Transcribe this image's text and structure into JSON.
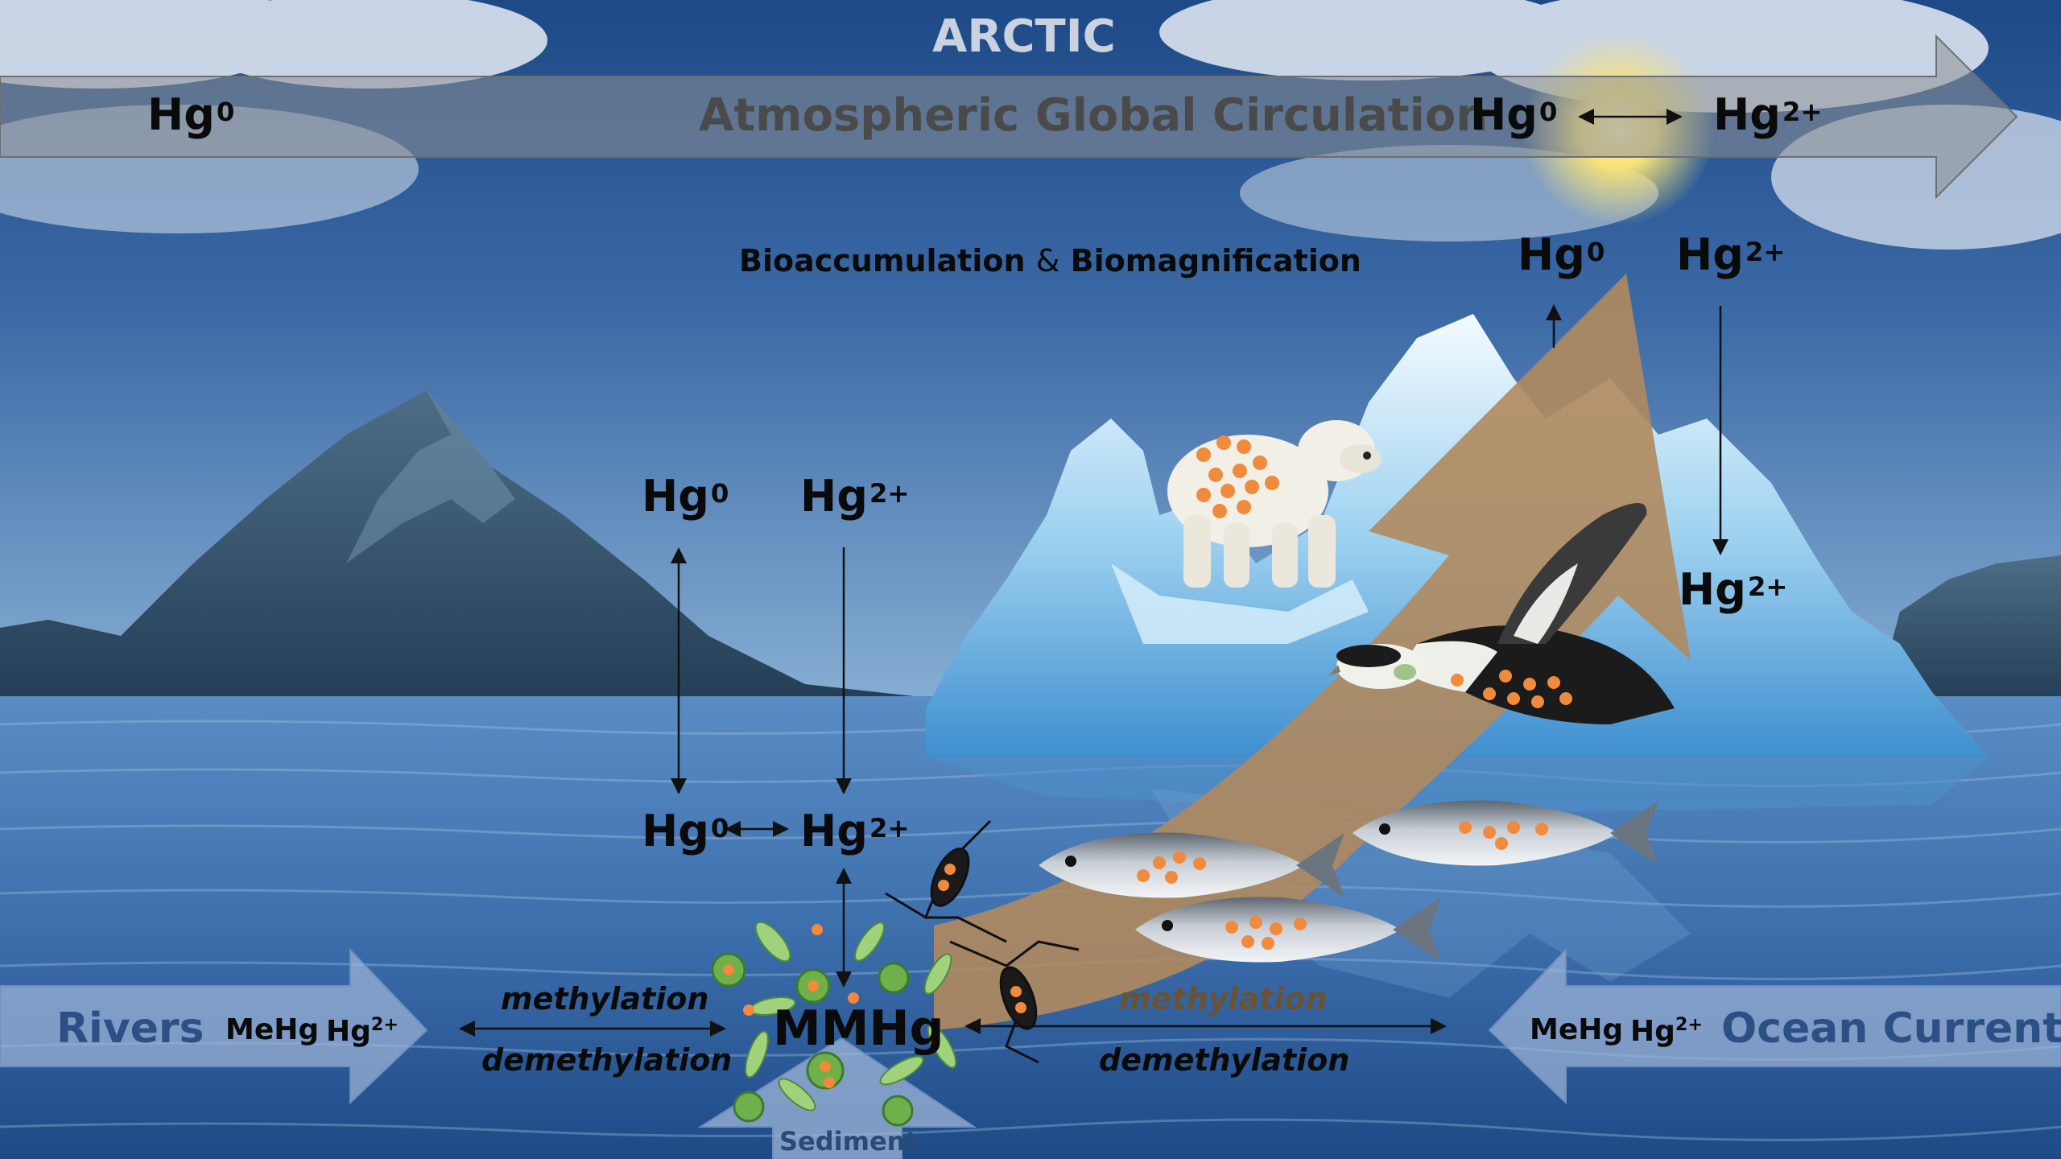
{
  "header": {
    "title": "ARCTIC",
    "circulation": "Atmospheric Global Circulation"
  },
  "species": {
    "hg0": "Hg",
    "hg0_sup": "0",
    "hg2": "Hg",
    "hg2_sup": "2+",
    "mehg": "MeHg",
    "mmhg": "MMHg"
  },
  "bio": {
    "a": "Bioaccumulation",
    "amp": "&",
    "b": "Biomagnification"
  },
  "left_flow": {
    "label": "Rivers"
  },
  "right_flow": {
    "label": "Ocean Current"
  },
  "processes": {
    "methylation": "methylation",
    "demethylation": "demethylation"
  },
  "sediment": "Sediment",
  "colors": {
    "sky_top": "#1f4e8a",
    "sky_bottom": "#7fa8cf",
    "sea_top": "#4a7cb8",
    "sea_bottom": "#1f4a85",
    "food_web_arrow": "#b08a5e",
    "flow_arrow": "#9fb6d8",
    "particle": "#f08a3c"
  },
  "icons": [
    "cloud-icon",
    "sun-icon",
    "mountain-icon",
    "iceberg-icon",
    "polar-bear-icon",
    "eider-duck-icon",
    "fish-icon",
    "copepod-icon",
    "phytoplankton-icon"
  ]
}
